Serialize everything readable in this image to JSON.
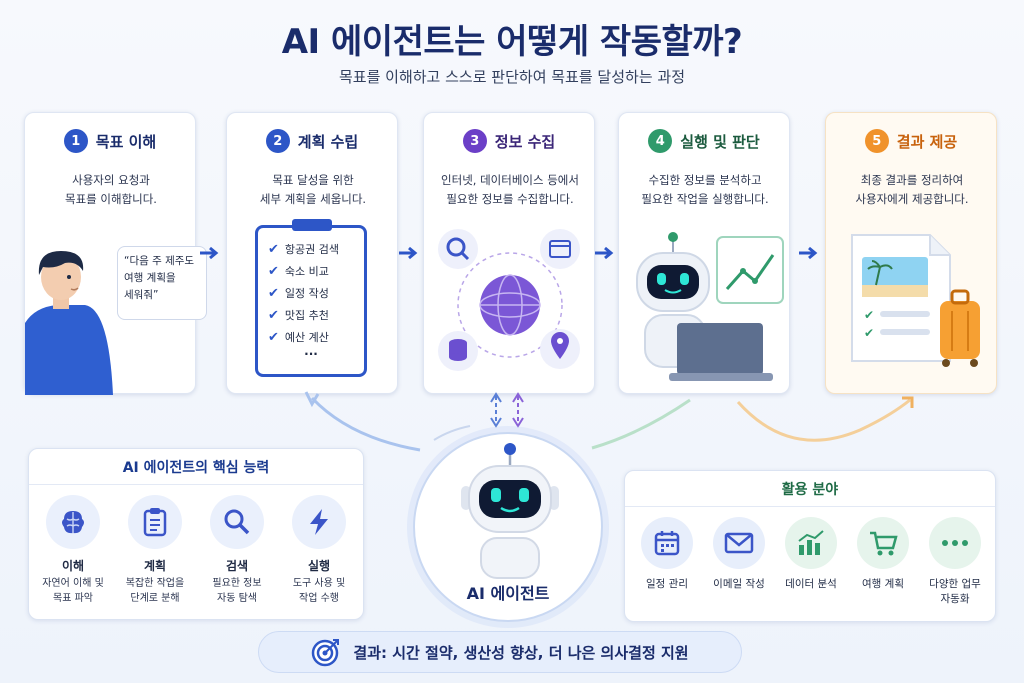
{
  "title": "AI 에이전트는 어떻게 작동할까?",
  "subtitle": "목표를 이해하고 스스로 판단하여 목표를 달성하는 과정",
  "steps": [
    {
      "num": "1",
      "title": "목표 이해",
      "desc1": "사용자의 요청과",
      "desc2": "목표를 이해합니다.",
      "color": "#2d56c7"
    },
    {
      "num": "2",
      "title": "계획 수립",
      "desc1": "목표 달성을 위한",
      "desc2": "세부 계획을 세웁니다.",
      "color": "#2d56c7"
    },
    {
      "num": "3",
      "title": "정보 수집",
      "desc1": "인터넷, 데이터베이스 등에서",
      "desc2": "필요한 정보를 수집합니다.",
      "color": "#6b3fc7"
    },
    {
      "num": "4",
      "title": "실행 및 판단",
      "desc1": "수집한 정보를 분석하고",
      "desc2": "필요한 작업을 실행합니다.",
      "color": "#2f9a6b"
    },
    {
      "num": "5",
      "title": "결과 제공",
      "desc1": "최종 결과를 정리하여",
      "desc2": "사용자에게 제공합니다.",
      "color": "#f0922b"
    }
  ],
  "speech": {
    "line1": "“다음 주 제주도",
    "line2": "여행 계획을",
    "line3": "세워줘”"
  },
  "checklist": [
    "항공권 검색",
    "숙소 비교",
    "일정 작성",
    "맛집 추천",
    "예산 계산"
  ],
  "checklist_more": "...",
  "capabilities": {
    "title": "AI 에이전트의 핵심 능력",
    "items": [
      {
        "name": "이해",
        "desc1": "자연어 이해 및",
        "desc2": "목표 파악",
        "icon": "brain-icon"
      },
      {
        "name": "계획",
        "desc1": "복잡한 작업을",
        "desc2": "단계로 분해",
        "icon": "clipboard-icon"
      },
      {
        "name": "검색",
        "desc1": "필요한 정보",
        "desc2": "자동 탐색",
        "icon": "search-icon"
      },
      {
        "name": "실행",
        "desc1": "도구 사용 및",
        "desc2": "작업 수행",
        "icon": "lightning-icon"
      }
    ]
  },
  "center_label": "AI 에이전트",
  "uses": {
    "title": "활용 분야",
    "items": [
      {
        "line1": "일정 관리",
        "line2": "",
        "icon": "calendar-icon"
      },
      {
        "line1": "이메일 작성",
        "line2": "",
        "icon": "mail-icon"
      },
      {
        "line1": "데이터 분석",
        "line2": "",
        "icon": "chart-icon"
      },
      {
        "line1": "여행 계획",
        "line2": "",
        "icon": "cart-icon"
      },
      {
        "line1": "다양한 업무",
        "line2": "자동화",
        "icon": "more-icon"
      }
    ]
  },
  "result": "결과: 시간 절약, 생산성 향상, 더 나은 의사결정 지원"
}
